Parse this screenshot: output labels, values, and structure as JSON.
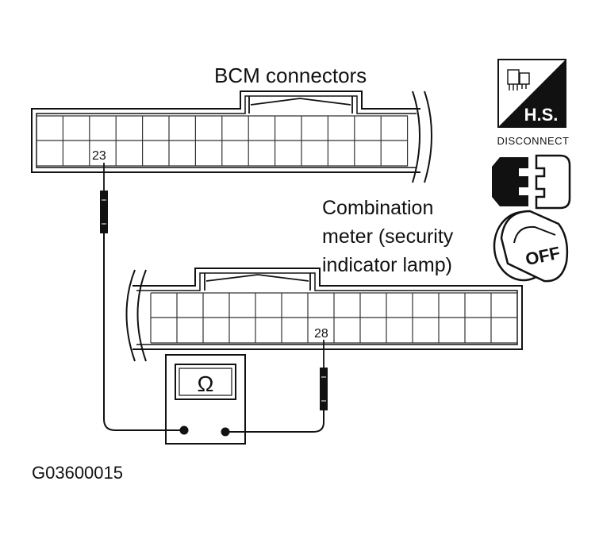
{
  "labels": {
    "bcm_title": "BCM connectors",
    "combo_line1": "Combination",
    "combo_line2": "meter (security",
    "combo_line3": "indicator lamp)",
    "pin_bcm": "23",
    "pin_combo": "28",
    "meter_symbol": "Ω",
    "figure_id": "G03600015"
  },
  "icons": {
    "hs_badge": {
      "text": "H.S.",
      "icon": "harness-side-icon"
    },
    "disconnect": {
      "text": "DISCONNECT",
      "icon": "connector-disconnect-icon"
    },
    "ignition": {
      "text": "OFF",
      "icon": "ignition-key-icon"
    }
  },
  "colors": {
    "ink": "#111111",
    "background": "#ffffff"
  }
}
